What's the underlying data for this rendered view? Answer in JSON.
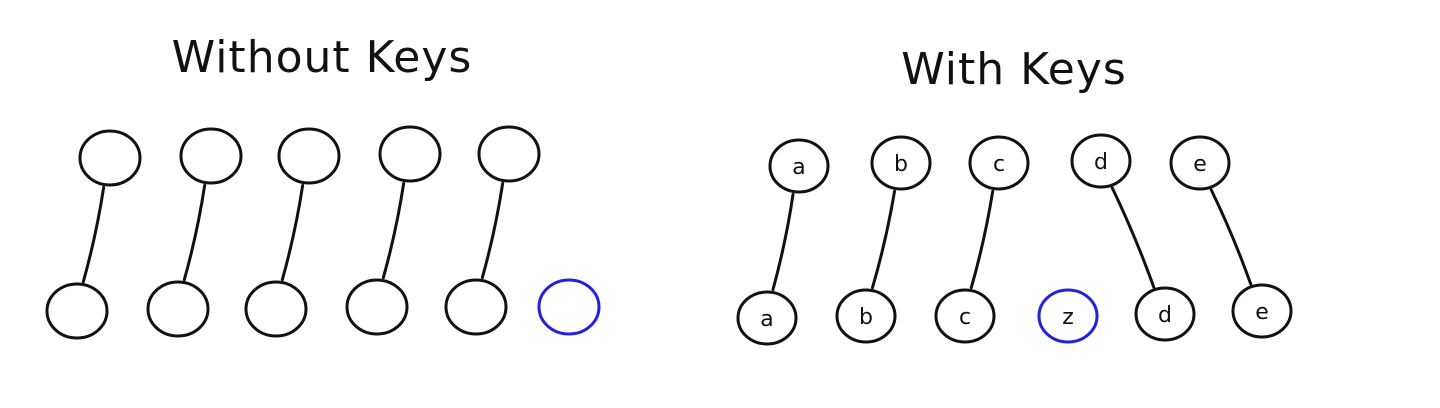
{
  "left_panel": {
    "title": "Without Keys",
    "top_nodes": [
      "",
      "",
      "",
      "",
      ""
    ],
    "bottom_nodes": [
      {
        "label": "",
        "new": false
      },
      {
        "label": "",
        "new": false
      },
      {
        "label": "",
        "new": false
      },
      {
        "label": "",
        "new": false
      },
      {
        "label": "",
        "new": false
      },
      {
        "label": "",
        "new": true
      }
    ],
    "links": [
      [
        0,
        0
      ],
      [
        1,
        1
      ],
      [
        2,
        2
      ],
      [
        3,
        3
      ],
      [
        4,
        4
      ]
    ]
  },
  "right_panel": {
    "title": "With Keys",
    "top_nodes": [
      "a",
      "b",
      "c",
      "d",
      "e"
    ],
    "bottom_nodes": [
      {
        "label": "a",
        "new": false
      },
      {
        "label": "b",
        "new": false
      },
      {
        "label": "c",
        "new": false
      },
      {
        "label": "z",
        "new": true
      },
      {
        "label": "d",
        "new": false
      },
      {
        "label": "e",
        "new": false
      }
    ],
    "links": [
      [
        0,
        0
      ],
      [
        1,
        1
      ],
      [
        2,
        2
      ],
      [
        3,
        4
      ],
      [
        4,
        5
      ]
    ]
  },
  "colors": {
    "stroke": "#111111",
    "new_node": "#2222dd"
  }
}
